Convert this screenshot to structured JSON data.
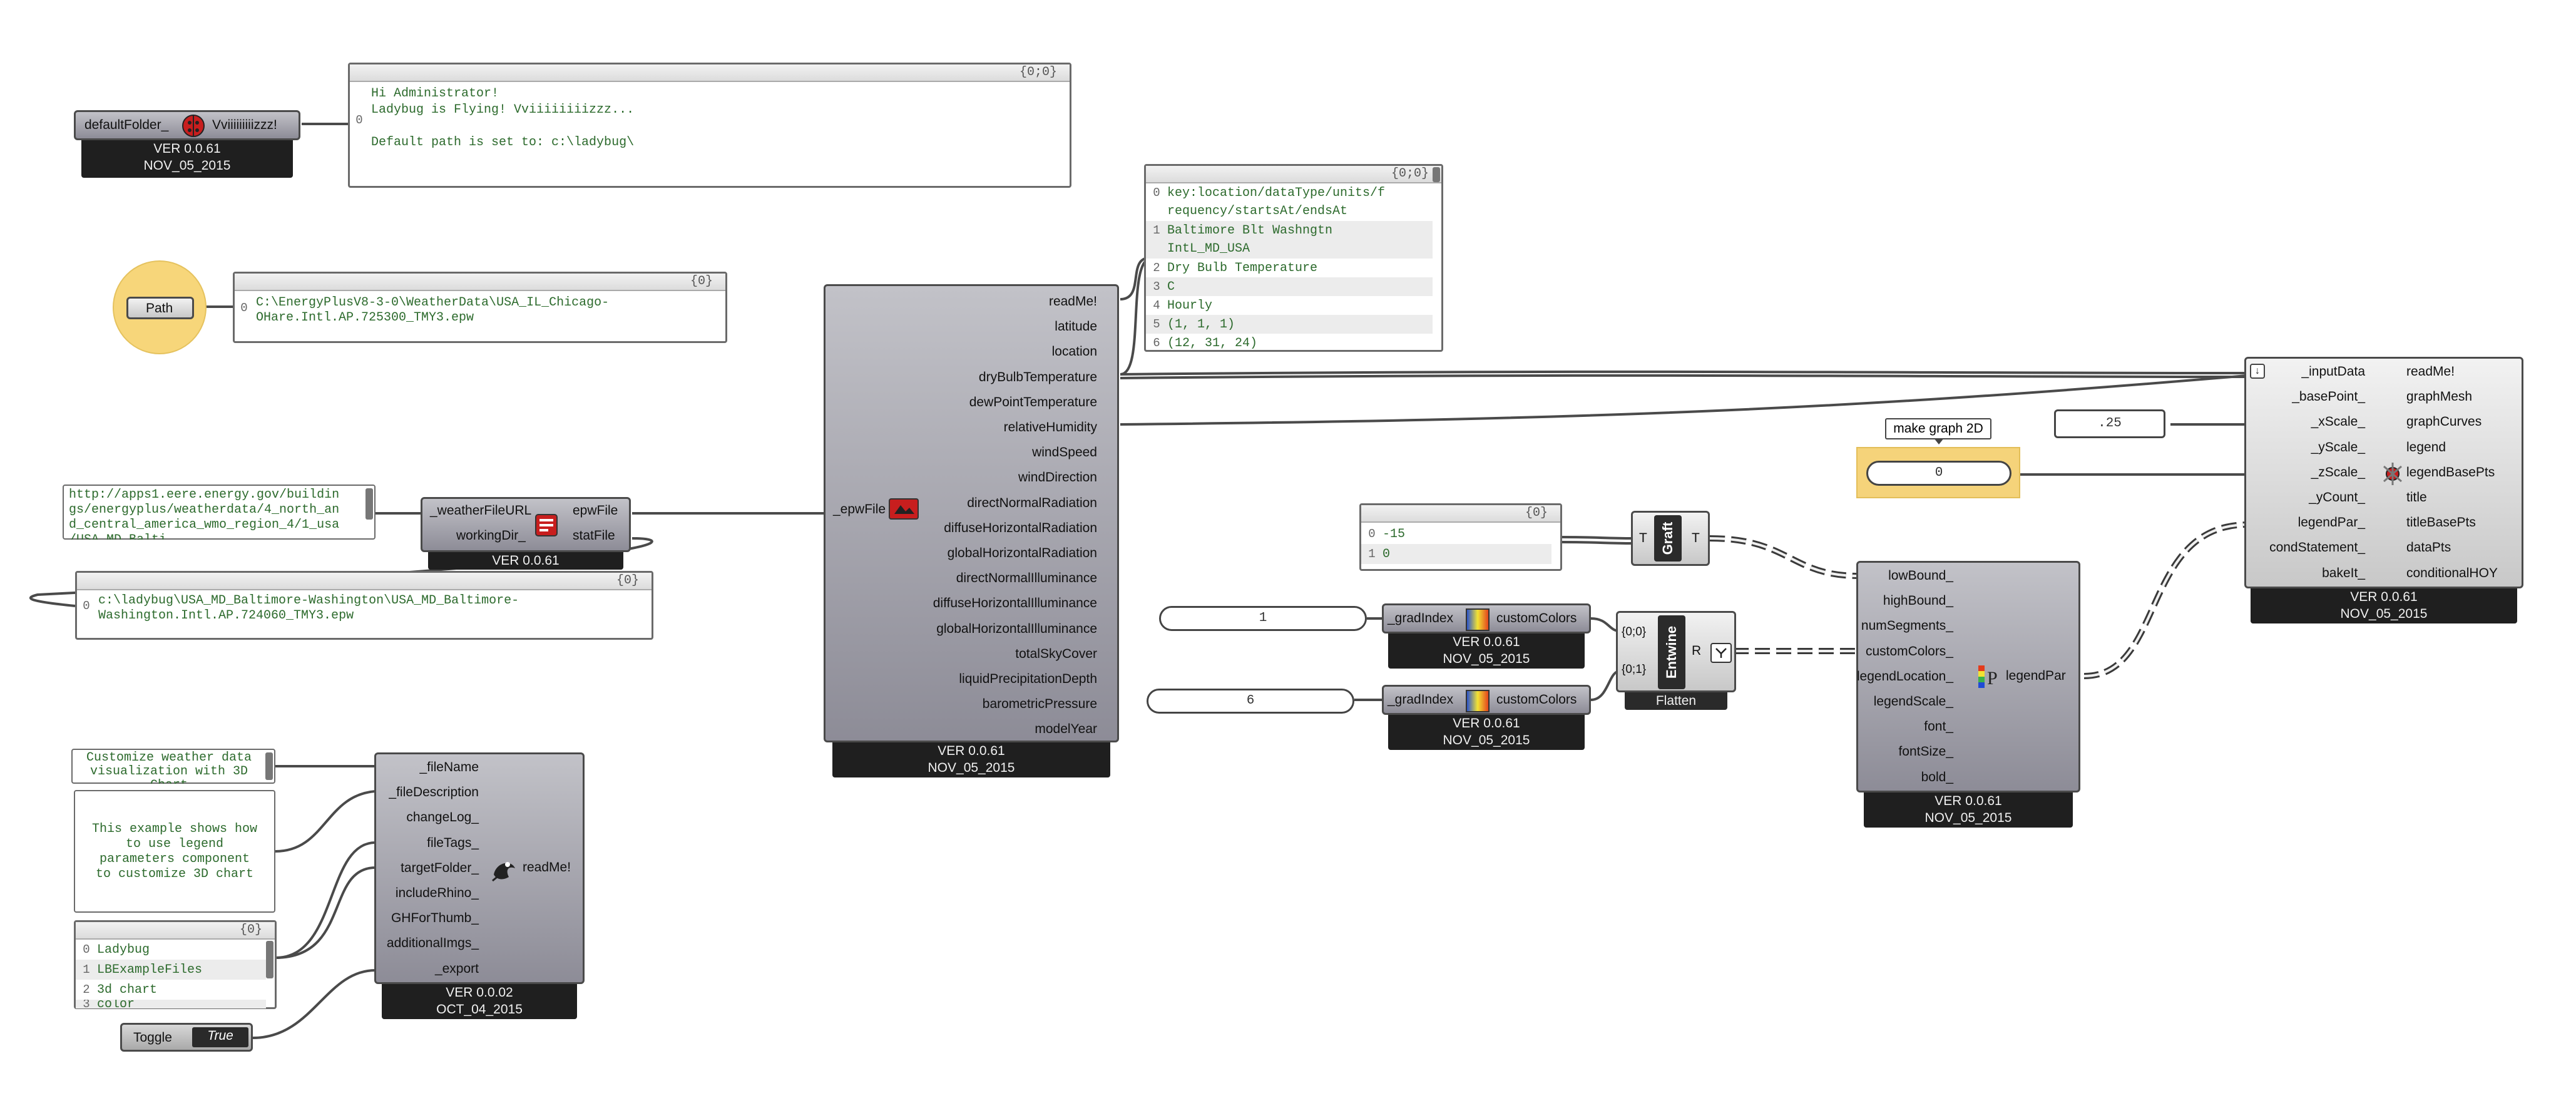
{
  "default_folder": {
    "input_label": "defaultFolder_",
    "output_label": "Vviiiiiiiiizzz!",
    "version": "VER 0.0.61",
    "date": "NOV_05_2015"
  },
  "message_panel": {
    "header": "{0;0}",
    "index": "0",
    "lines": [
      "Hi Administrator!",
      "Ladybug is Flying! Vviiiiiiiizzz...",
      "",
      "Default path is set to: c:\\ladybug\\"
    ]
  },
  "path_param": {
    "label": "Path"
  },
  "path_panel": {
    "header": "{0}",
    "index": "0",
    "lines": [
      "C:\\EnergyPlusV8-3-0\\WeatherData\\USA_IL_Chicago-",
      "OHare.Intl.AP.725300_TMY3.epw"
    ]
  },
  "url_panel": {
    "lines": [
      "http://apps1.eere.energy.gov/buildin",
      "gs/energyplus/weatherdata/4_north_an",
      "d_central_america_wmo_region_4/1_usa",
      "/USA_MD_Balti..."
    ]
  },
  "download_component": {
    "inputs": [
      "_weatherFileURL",
      "workingDir_"
    ],
    "outputs": [
      "epwFile",
      "statFile"
    ],
    "version": "VER 0.0.61"
  },
  "epw_path_panel": {
    "header": "{0}",
    "index": "0",
    "lines": [
      "c:\\ladybug\\USA_MD_Baltimore-Washington\\USA_MD_Baltimore-",
      "Washington.Intl.AP.724060_TMY3.epw"
    ]
  },
  "import_epw": {
    "input": "_epwFile",
    "outputs": [
      "readMe!",
      "latitude",
      "location",
      "dryBulbTemperature",
      "dewPointTemperature",
      "relativeHumidity",
      "windSpeed",
      "windDirection",
      "directNormalRadiation",
      "diffuseHorizontalRadiation",
      "globalHorizontalRadiation",
      "directNormalIlluminance",
      "diffuseHorizontalIlluminance",
      "globalHorizontalIlluminance",
      "totalSkyCover",
      "liquidPrecipitationDepth",
      "barometricPressure",
      "modelYear"
    ],
    "version": "VER 0.0.61",
    "date": "NOV_05_2015"
  },
  "header_panel": {
    "header": "{0;0}",
    "rows": [
      {
        "i": "0",
        "t": "key:location/dataType/units/f"
      },
      {
        "i": "",
        "t": "requency/startsAt/endsAt"
      },
      {
        "i": "1",
        "t": "Baltimore Blt Washngtn"
      },
      {
        "i": "",
        "t": "IntL_MD_USA"
      },
      {
        "i": "2",
        "t": "Dry Bulb Temperature"
      },
      {
        "i": "3",
        "t": "C"
      },
      {
        "i": "4",
        "t": "Hourly"
      },
      {
        "i": "5",
        "t": "(1, 1, 1)"
      },
      {
        "i": "6",
        "t": "(12, 31, 24)"
      }
    ]
  },
  "bound_panel": {
    "header": "{0}",
    "rows": [
      {
        "i": "0",
        "t": "-15"
      },
      {
        "i": "1",
        "t": "0"
      }
    ]
  },
  "graft": {
    "label": "Graft",
    "in": "T",
    "out": "T"
  },
  "slider1": {
    "value": "1"
  },
  "slider2": {
    "value": "6"
  },
  "color_comp1": {
    "input": "_gradIndex",
    "output": "customColors",
    "version": "VER 0.0.61",
    "date": "NOV_05_2015"
  },
  "color_comp2": {
    "input": "_gradIndex",
    "output": "customColors",
    "version": "VER 0.0.61",
    "date": "NOV_05_2015"
  },
  "entwine": {
    "label": "Entwine",
    "inputs": [
      "{0;0}",
      "{0;1}"
    ],
    "output": "R",
    "caption": "Flatten"
  },
  "legend_par": {
    "inputs": [
      "lowBound_",
      "highBound_",
      "numSegments_",
      "customColors_",
      "legendLocation_",
      "legendScale_",
      "font_",
      "fontSize_",
      "bold_"
    ],
    "output": "legendPar",
    "version": "VER 0.0.61",
    "date": "NOV_05_2015"
  },
  "toggle_2d": {
    "tooltip": "make graph 2D",
    "value": "0"
  },
  "scale_slider": {
    "value": ".25"
  },
  "chart3d": {
    "inputs": [
      "_inputData",
      "_basePoint_",
      "_xScale_",
      "_yScale_",
      "_zScale_",
      "_yCount_",
      "legendPar_",
      "condStatement_",
      "bakeIt_"
    ],
    "outputs": [
      "readMe!",
      "graphMesh",
      "graphCurves",
      "legend",
      "legendBasePts",
      "title",
      "titleBasePts",
      "dataPts",
      "conditionalHOY"
    ],
    "version": "VER 0.0.61",
    "date": "NOV_05_2015"
  },
  "title_panel": {
    "lines": [
      "Customize weather data",
      "visualization with 3D",
      "Chart"
    ]
  },
  "description_panel": {
    "lines": [
      "This example shows how",
      "to use legend",
      "parameters component",
      "to customize 3D chart"
    ]
  },
  "tags_panel": {
    "header": "{0}",
    "rows": [
      {
        "i": "0",
        "t": "Ladybug"
      },
      {
        "i": "1",
        "t": "LBExampleFiles"
      },
      {
        "i": "2",
        "t": "3d chart"
      },
      {
        "i": "3",
        "t": "color"
      }
    ]
  },
  "export_comp": {
    "inputs": [
      "_fileName",
      "_fileDescription",
      "changeLog_",
      "fileTags_",
      "targetFolder_",
      "includeRhino_",
      "GHForThumb_",
      "additionalImgs_",
      "_export"
    ],
    "output": "readMe!",
    "version": "VER 0.0.02",
    "date": "OCT_04_2015"
  },
  "toggle": {
    "label": "Toggle",
    "value": "True"
  },
  "colors": {
    "wire": "#555555",
    "ladybug_red": "#c81e1e",
    "path_yellow": "#f7d67a",
    "toggle2d_bg": "#f5d37a"
  }
}
